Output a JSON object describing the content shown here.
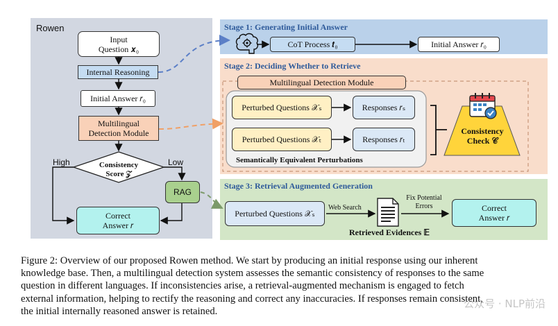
{
  "left": {
    "title": "Rowen",
    "input_line1": "Input",
    "input_line2": "Question 𝒙₀",
    "internal_reasoning": "Internal Reasoning",
    "initial_answer": "Initial Answer 𝑟₀",
    "mdm_line1": "Multilingual",
    "mdm_line2": "Detection Module",
    "consistency_line1": "Consistency",
    "consistency_line2": "Score 𝒵",
    "high_label": "High",
    "low_label": "Low",
    "rag_label": "RAG",
    "correct_line1": "Correct",
    "correct_line2": "Answer 𝑟"
  },
  "stage1": {
    "title": "Stage 1: Generating Initial Answer",
    "cot_process": "CoT Process 𝒕₀",
    "initial_answer": "Initial Answer 𝑟₀"
  },
  "stage2": {
    "title": "Stage 2: Deciding Whether to Retrieve",
    "module_label": "Multilingual Detection Module",
    "perturbed_s": "Perturbed Questions 𝒳ₛ",
    "perturbed_t": "Perturbed Questions 𝒳ₜ",
    "responses_s": "Responses 𝑟ₛ",
    "responses_t": "Responses 𝑟ₜ",
    "semantic_label": "Semantically Equivalent Perturbations",
    "consistency_line1": "Consistency",
    "consistency_line2": "Check 𝒞"
  },
  "stage3": {
    "title": "Stage 3: Retrieval Augmented Generation",
    "perturbed_s": "Perturbed Questions 𝒳ₛ",
    "web_search": "Web Search",
    "fix_line1": "Fix Potential",
    "fix_line2": "Errors",
    "retrieved": "Retrieved Evidences 𝔼",
    "correct_line1": "Correct",
    "correct_line2": "Answer 𝑟"
  },
  "caption": {
    "line1": "Figure 2: Overview of our proposed Rowen method. We start by producing an initial response using our inherent",
    "line2": "knowledge base. Then, a multilingual detection system assesses the semantic consistency of responses to the same",
    "line3": "question in different languages.  If inconsistencies arise, a retrieval-augmented mechanism is engaged to fetch",
    "line4": "external information, helping to rectify the reasoning and correct any inaccuracies. If responses remain consistent,",
    "line5": "the initial internally reasoned answer is retained."
  },
  "watermark": "公众号 · NLP前沿",
  "colors": {
    "left_panel": "#d2d7e1",
    "stage1": "#bad1ea",
    "stage2": "#f9ddcb",
    "stage3": "#d3e6c7",
    "stage_title": "#2e5a9a",
    "dashed_blue": "#5b7fc7",
    "dashed_orange": "#f0a066",
    "dashed_green": "#7c9a6a",
    "consistency_trapezoid": "#ffd43b"
  },
  "icons": [
    "brain-gear-icon",
    "calendar-check-icon",
    "document-icon"
  ]
}
